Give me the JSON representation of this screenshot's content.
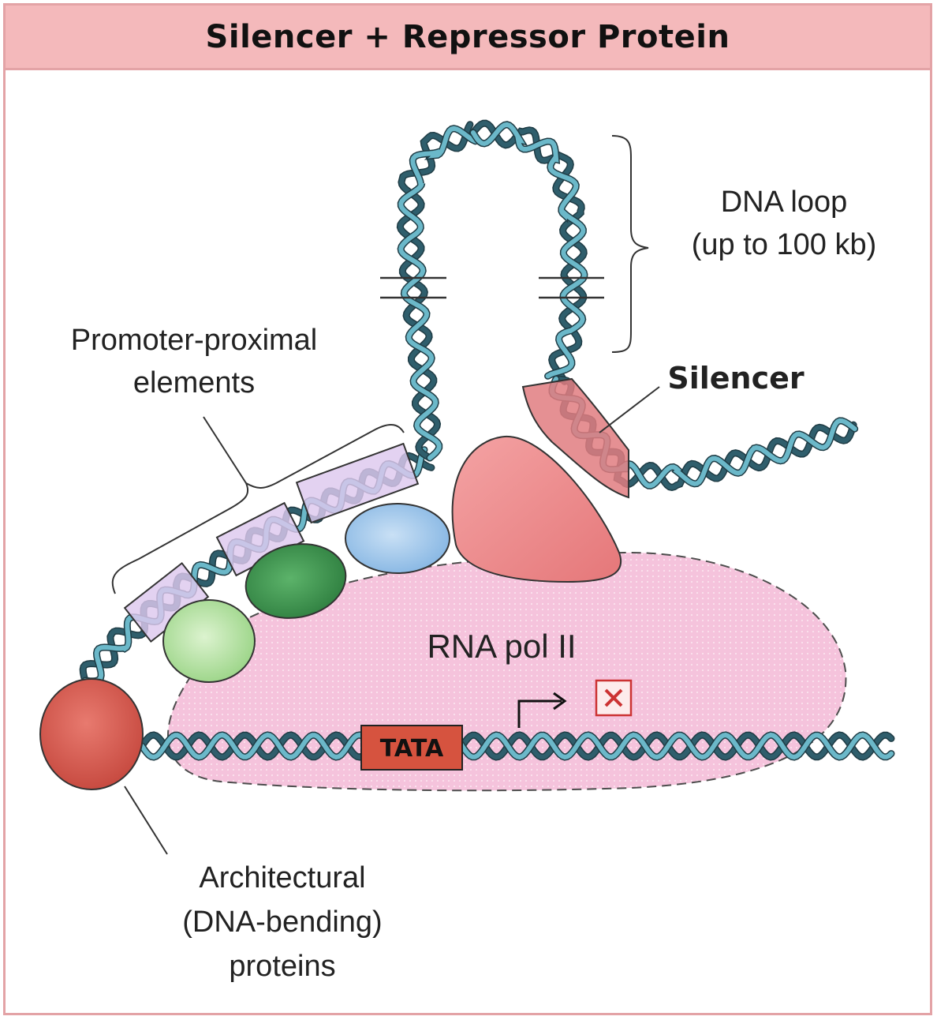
{
  "title": "Silencer + Repressor Protein",
  "labels": {
    "dna_loop_line1": "DNA loop",
    "dna_loop_line2": "(up to 100 kb)",
    "promoter_line1": "Promoter-proximal",
    "promoter_line2": "elements",
    "silencer": "Silencer",
    "rna_pol": "RNA pol II",
    "tata": "TATA",
    "arch_line1": "Architectural",
    "arch_line2": "(DNA-bending)",
    "arch_line3": "proteins"
  },
  "colors": {
    "dna_light": "#6bb8c9",
    "dna_dark": "#2f5e6c",
    "rna_pol_fill": "#f6c6dd",
    "repressor": "#ec8a8c",
    "silencer_box": "#e07d80",
    "architectural_protein": "#d9665a",
    "tata_box": "#d6533f",
    "promoter_box": "#ddc8ee",
    "light_green": "#b7e2a3",
    "dark_green": "#3f9650",
    "blue": "#9cc4e9",
    "title_bar": "#f4b9bb",
    "border": "#e3a3a6"
  },
  "icons": {
    "transcription_start": "bent-arrow-icon",
    "blocked": "x-box-icon"
  }
}
